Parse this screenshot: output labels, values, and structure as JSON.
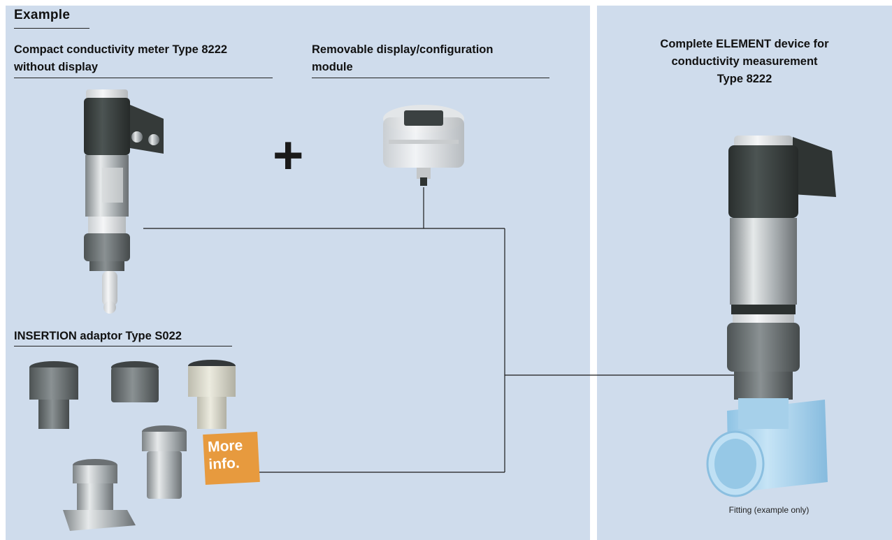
{
  "section": {
    "title": "Example"
  },
  "meter": {
    "label_line1": "Compact conductivity meter Type 8222",
    "label_line2": "without display"
  },
  "module": {
    "label_line1": "Removable display/configuration",
    "label_line2": "module"
  },
  "adaptor": {
    "label": "INSERTION adaptor Type S022"
  },
  "complete": {
    "label_line1": "Complete ELEMENT device for",
    "label_line2": "conductivity measurement",
    "label_line3": "Type 8222"
  },
  "fitting": {
    "label": "Fitting (example only)"
  },
  "operators": {
    "plus": "+"
  },
  "badge": {
    "line1": "More",
    "line2": "info."
  },
  "colors": {
    "panel": "#cfdcec",
    "badge": "#e79a3e",
    "device_dark": "#3a403f",
    "steel": "#b8bcbe",
    "fitting_blue": "#a9d2ec"
  }
}
